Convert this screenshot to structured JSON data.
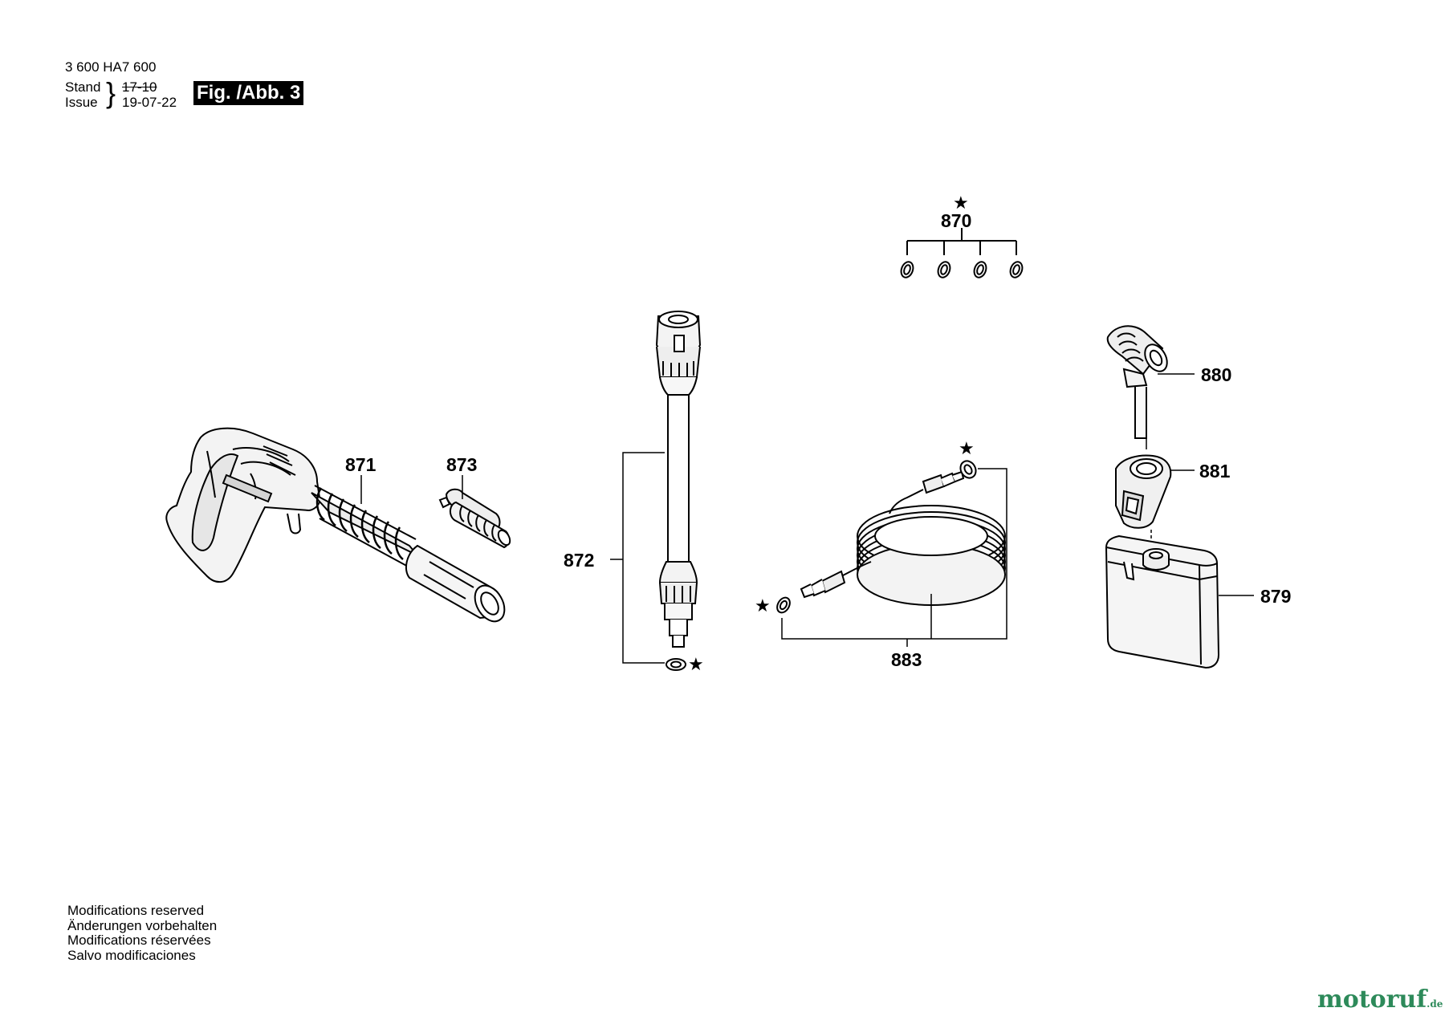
{
  "header": {
    "part_number": "3 600 HA7 600",
    "stand_label": "Stand",
    "issue_label": "Issue",
    "stand_value": "17-10",
    "issue_value": "19-07-22",
    "figure_label": "Fig. /Abb. 3"
  },
  "parts": {
    "p870": "870",
    "p871": "871",
    "p872": "872",
    "p873": "873",
    "p879": "879",
    "p880": "880",
    "p881": "881",
    "p883": "883"
  },
  "star_symbol": "★",
  "notes": [
    "Modifications reserved",
    "Änderungen vorbehalten",
    "Modifications réservées",
    "Salvo modificaciones"
  ],
  "watermark": {
    "brand": "motoruf",
    "tld": ".de",
    "color": "#2d8a5a"
  }
}
